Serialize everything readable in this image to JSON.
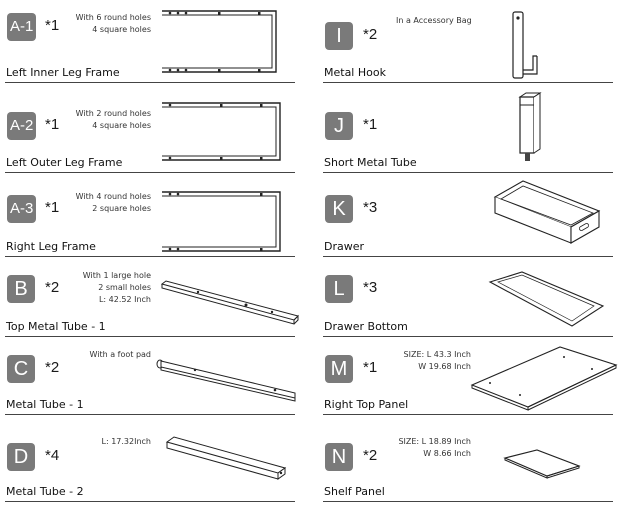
{
  "left_parts": [
    {
      "id": "A-1",
      "qty": "*1",
      "notes": [
        "With 6 round holes",
        "4 square holes"
      ],
      "name": "Left Inner Leg Frame"
    },
    {
      "id": "A-2",
      "qty": "*1",
      "notes": [
        "With 2 round holes",
        "4 square holes"
      ],
      "name": "Left Outer Leg Frame"
    },
    {
      "id": "A-3",
      "qty": "*1",
      "notes": [
        "With 4 round holes",
        "2 square holes"
      ],
      "name": "Right Leg Frame"
    },
    {
      "id": "B",
      "qty": "*2",
      "notes": [
        "With 1 large hole",
        "2 small holes",
        "L: 42.52 Inch"
      ],
      "name": "Top Metal Tube - 1"
    },
    {
      "id": "C",
      "qty": "*2",
      "notes": [
        "With a foot pad"
      ],
      "name": "Metal Tube - 1"
    },
    {
      "id": "D",
      "qty": "*4",
      "notes": [
        "L: 17.32Inch"
      ],
      "name": "Metal Tube - 2"
    }
  ],
  "right_parts": [
    {
      "id": "I",
      "qty": "*2",
      "notes": [
        "In a Accessory Bag"
      ],
      "name": "Metal Hook"
    },
    {
      "id": "J",
      "qty": "*1",
      "notes": [],
      "name": "Short Metal Tube"
    },
    {
      "id": "K",
      "qty": "*3",
      "notes": [],
      "name": "Drawer"
    },
    {
      "id": "L",
      "qty": "*3",
      "notes": [],
      "name": "Drawer Bottom"
    },
    {
      "id": "M",
      "qty": "*1",
      "notes": [
        "SIZE: L  43.3   Inch",
        "W 19.68  Inch"
      ],
      "name": "Right Top Panel"
    },
    {
      "id": "N",
      "qty": "*2",
      "notes": [
        "SIZE: L  18.89 Inch",
        "W  8.66  Inch"
      ],
      "name": "Shelf Panel"
    }
  ]
}
